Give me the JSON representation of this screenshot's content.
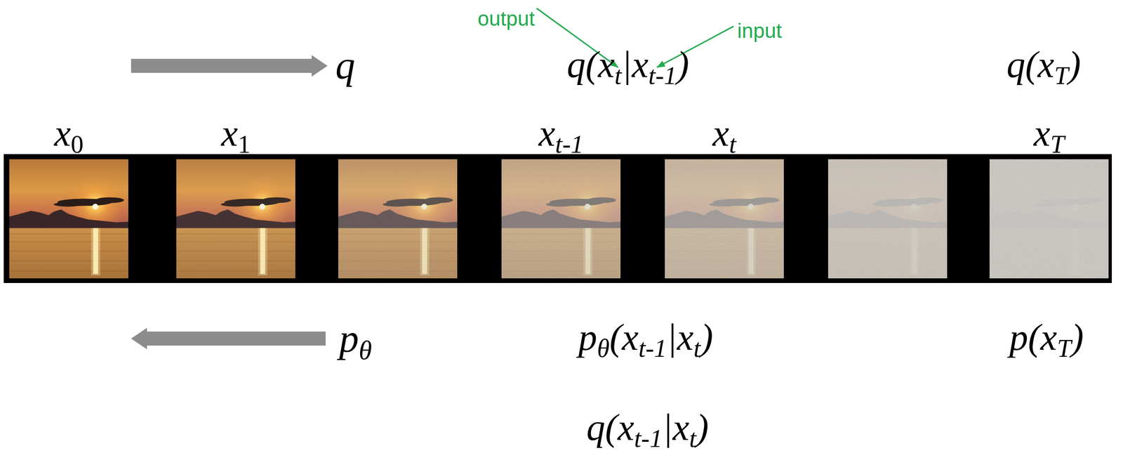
{
  "diagram": {
    "nodes": [
      {
        "text": [
          "x0"
        ]
      },
      {
        "text": [
          "x1"
        ]
      },
      {
        "text": [
          "xt-1"
        ]
      },
      {
        "text": [
          "xt"
        ]
      },
      {
        "text": [
          "xT"
        ]
      }
    ],
    "labels": [
      "q",
      "q(xt|xt-1)",
      "output",
      "input",
      "q(xT)",
      "pθ",
      "pθ(xt-1|xt)",
      "p(xT)",
      "q(xt-1|xt)"
    ]
  }
}
